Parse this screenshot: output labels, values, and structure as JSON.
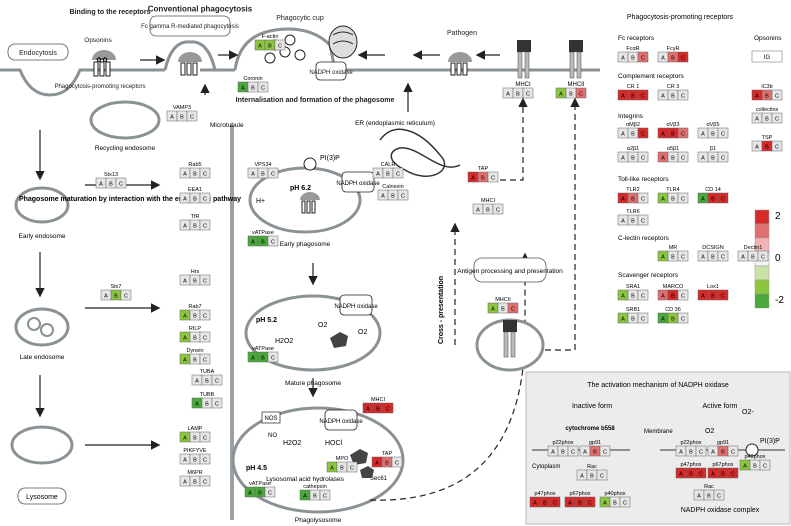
{
  "title": "Conventional phagocytosis",
  "subtitle": "Fc gamma R-mediated phagocytosis",
  "labels": {
    "binding": "Binding to the receptors",
    "phagocytic_cup": "Phagocytic cup",
    "pathogen": "Pathogen",
    "endocytosis": "Endocytosis",
    "opsonins": "Opsonins",
    "ppr": "Phagocytosis-promoting receptors",
    "recycling_endosome": "Recycling endosome",
    "microtubule": "Microtubule",
    "internalisation": "Internalisation and formation of the phagosome",
    "er": "ER (endoplasmic reticulum)",
    "maturation": "Phagosome maturation by interaction with the endocyclic pathway",
    "early_endosome": "Early endosome",
    "late_endosome": "Late endosome",
    "lysosome": "Lysosome",
    "early_phagosome": "Early phagosome",
    "mature_phagosome": "Mature phagosome",
    "phagolysosome": "Phagolysosome",
    "lysosomal_hydrolases": "Lysosomal acid hydrolases",
    "antigen_processing": "Antigen processing and presentation",
    "cross_presentation": "Cross - presentation",
    "ph62": "pH 6.2",
    "ph52": "pH 5.2",
    "ph45": "pH 4.5",
    "nadph": "NADPH oxidase",
    "pi3p": "PI(3)P",
    "hplus": "H+",
    "o2": "O2",
    "h2o2": "H2O2",
    "hocl": "HOCl",
    "no": "NO",
    "nos": "NOS",
    "cathepsin": "cathepsin",
    "sec61": "Sec61",
    "vatpase": "vATPase"
  },
  "genes": [
    {
      "name": "F-actin",
      "cells": [
        "#8cc63f",
        "#8cc63f",
        "#e6e6e6"
      ]
    },
    {
      "name": "Coronin",
      "cells": [
        "#4aa83c",
        "#e6e6e6",
        "#e6e6e6"
      ]
    },
    {
      "name": "VAMP3",
      "cells": [
        "#e6e6e6",
        "#e6e6e6",
        "#e6e6e6"
      ]
    },
    {
      "name": "Stx13",
      "cells": [
        "#e6e6e6",
        "#e6e6e6",
        "#e6e6e6"
      ]
    },
    {
      "name": "Stx7",
      "cells": [
        "#e6e6e6",
        "#8cc63f",
        "#e6e6e6"
      ]
    },
    {
      "name": "Rab5",
      "cells": [
        "#e6e6e6",
        "#e6e6e6",
        "#e6e6e6"
      ]
    },
    {
      "name": "EEA1",
      "cells": [
        "#e6e6e6",
        "#e6e6e6",
        "#e6e6e6"
      ]
    },
    {
      "name": "TfR",
      "cells": [
        "#e6e6e6",
        "#e6e6e6",
        "#e6e6e6"
      ]
    },
    {
      "name": "Hrs",
      "cells": [
        "#e6e6e6",
        "#e6e6e6",
        "#e6e6e6"
      ]
    },
    {
      "name": "Rab7",
      "cells": [
        "#8cc63f",
        "#e6e6e6",
        "#e6e6e6"
      ]
    },
    {
      "name": "RILP",
      "cells": [
        "#8cc63f",
        "#e6e6e6",
        "#e6e6e6"
      ]
    },
    {
      "name": "Dynein",
      "cells": [
        "#8cc63f",
        "#e6e6e6",
        "#e6e6e6"
      ]
    },
    {
      "name": "TUBA",
      "cells": [
        "#e6e6e6",
        "#e6e6e6",
        "#e6e6e6"
      ]
    },
    {
      "name": "TUBB",
      "cells": [
        "#4aa83c",
        "#e6e6e6",
        "#e6e6e6"
      ]
    },
    {
      "name": "LAMP",
      "cells": [
        "#8cc63f",
        "#e6e6e6",
        "#e6e6e6"
      ]
    },
    {
      "name": "PIKFYVE",
      "cells": [
        "#e6e6e6",
        "#e6e6e6",
        "#e6e6e6"
      ]
    },
    {
      "name": "M6PR",
      "cells": [
        "#e6e6e6",
        "#e6e6e6",
        "#e6e6e6"
      ]
    },
    {
      "name": "VPS34",
      "cells": [
        "#e6e6e6",
        "#e6e6e6",
        "#e6e6e6"
      ]
    },
    {
      "name": "CALR",
      "cells": [
        "#e6e6e6",
        "#e6e6e6",
        "#e6e6e6"
      ]
    },
    {
      "name": "Calnexin",
      "cells": [
        "#e6e6e6",
        "#e6e6e6",
        "#e6e6e6"
      ]
    },
    {
      "name": "TAP",
      "cells": [
        "#d42a2a",
        "#e07070",
        "#e6e6e6"
      ]
    },
    {
      "name": "MHCI",
      "cells": [
        "#e6e6e6",
        "#e6e6e6",
        "#e6e6e6"
      ]
    },
    {
      "name": "MHCII",
      "cells": [
        "#8cc63f",
        "#e6e6e6",
        "#e07070"
      ]
    },
    {
      "name": "MPO",
      "cells": [
        "#8cc63f",
        "#e6e6e6",
        "#e6e6e6"
      ]
    },
    {
      "name": "cathepsin",
      "cells": [
        "#4aa83c",
        "#e6e6e6",
        "#e6e6e6"
      ]
    },
    {
      "name": "vATPase",
      "cells": [
        "#4aa83c",
        "#4aa83c",
        "#e6e6e6"
      ]
    }
  ],
  "receptors_panel": {
    "title": "Phagocytosis-promoting receptors",
    "fc_title": "Fc receptors",
    "complement_title": "Complement receptors",
    "integrins_title": "Integrins",
    "tlr_title": "Toll-like receptors",
    "clectin_title": "C-lectin receptors",
    "scavenger_title": "Scavenger receptors",
    "opsonins_title": "Opsonins",
    "items": [
      {
        "name": "FcαR",
        "cells": [
          "#e6e6e6",
          "#e6e6e6",
          "#e07070"
        ]
      },
      {
        "name": "FcγR",
        "cells": [
          "#e6e6e6",
          "#e07070",
          "#d42a2a"
        ]
      },
      {
        "name": "CR 1",
        "cells": [
          "#d42a2a",
          "#d42a2a",
          "#d42a2a"
        ]
      },
      {
        "name": "CR 3",
        "cells": [
          "#e6e6e6",
          "#e6e6e6",
          "#e6e6e6"
        ]
      },
      {
        "name": "αMβ2",
        "cells": [
          "#e6e6e6",
          "#e6e6e6",
          "#d42a2a"
        ]
      },
      {
        "name": "αVβ3",
        "cells": [
          "#d42a2a",
          "#d42a2a",
          "#e07070"
        ]
      },
      {
        "name": "αVβ5",
        "cells": [
          "#e6e6e6",
          "#e6e6e6",
          "#e6e6e6"
        ]
      },
      {
        "name": "α2β1",
        "cells": [
          "#e6e6e6",
          "#e6e6e6",
          "#e6e6e6"
        ]
      },
      {
        "name": "α5β1",
        "cells": [
          "#e07070",
          "#e6e6e6",
          "#e6e6e6"
        ]
      },
      {
        "name": "β1",
        "cells": [
          "#e6e6e6",
          "#e6e6e6",
          "#e6e6e6"
        ]
      },
      {
        "name": "TLR2",
        "cells": [
          "#d42a2a",
          "#e07070",
          "#e6e6e6"
        ]
      },
      {
        "name": "TLR4",
        "cells": [
          "#8cc63f",
          "#e6e6e6",
          "#e6e6e6"
        ]
      },
      {
        "name": "CD 14",
        "cells": [
          "#4aa83c",
          "#d42a2a",
          "#d42a2a"
        ]
      },
      {
        "name": "TLR6",
        "cells": [
          "#e6e6e6",
          "#e6e6e6",
          "#e6e6e6"
        ]
      },
      {
        "name": "MR",
        "cells": [
          "#8cc63f",
          "#e6e6e6",
          "#e6e6e6"
        ]
      },
      {
        "name": "DCSIGN",
        "cells": [
          "#e6e6e6",
          "#e6e6e6",
          "#e6e6e6"
        ]
      },
      {
        "name": "Dectin1",
        "cells": [
          "#e6e6e6",
          "#e6e6e6",
          "#e6e6e6"
        ]
      },
      {
        "name": "SRA1",
        "cells": [
          "#8cc63f",
          "#e6e6e6",
          "#e6e6e6"
        ]
      },
      {
        "name": "MARCO",
        "cells": [
          "#e07070",
          "#d42a2a",
          "#e6e6e6"
        ]
      },
      {
        "name": "Lox1",
        "cells": [
          "#d42a2a",
          "#d42a2a",
          "#d42a2a"
        ]
      },
      {
        "name": "SRB1",
        "cells": [
          "#8cc63f",
          "#e6e6e6",
          "#e6e6e6"
        ]
      },
      {
        "name": "CD 36",
        "cells": [
          "#4aa83c",
          "#8cc63f",
          "#e6e6e6"
        ]
      },
      {
        "name": "IG",
        "cells": []
      },
      {
        "name": "iC3b",
        "cells": [
          "#d42a2a",
          "#e07070",
          "#e6e6e6"
        ]
      },
      {
        "name": "collectins",
        "cells": [
          "#e6e6e6",
          "#e6e6e6",
          "#e6e6e6"
        ]
      },
      {
        "name": "TSP",
        "cells": [
          "#e6e6e6",
          "#d42a2a",
          "#e6e6e6"
        ]
      }
    ]
  },
  "legend": {
    "ticks": [
      "2",
      "0",
      "-2"
    ],
    "colors": [
      "#d42a2a",
      "#e07070",
      "#f2b3b3",
      "#f4f4f4",
      "#c9e3a6",
      "#8cc63f",
      "#4aa83c"
    ]
  },
  "nadph_panel": {
    "title": "The activation mechanism of NADPH oxidase",
    "inactive": "Inactive form",
    "active": "Active form",
    "membrane": "Membrane",
    "cytoplasm": "Cytoplasm",
    "cytochrome": "cytochrome b558",
    "complex": "NADPH oxidase complex",
    "p22phox": "p22phox",
    "gp91": "gp91",
    "rac": "Rac",
    "p47phox": "p47phox",
    "p67phox": "p67phox",
    "p40phox": "p40phox",
    "o2": "O2",
    "o2minus": "O2-",
    "pi3p": "PI(3)P",
    "p22_cells": [
      "#e6e6e6",
      "#e6e6e6",
      "#e6e6e6"
    ],
    "gp91_cells": [
      "#e6e6e6",
      "#e07070",
      "#e6e6e6"
    ],
    "rac_cells": [
      "#e6e6e6",
      "#e6e6e6",
      "#e6e6e6"
    ],
    "p47_cells": [
      "#d42a2a",
      "#d42a2a",
      "#d42a2a"
    ],
    "p67_cells": [
      "#d42a2a",
      "#d42a2a",
      "#d42a2a"
    ],
    "p40_cells": [
      "#8cc63f",
      "#e6e6e6",
      "#e6e6e6"
    ]
  },
  "letters": [
    "A",
    "B",
    "C"
  ]
}
